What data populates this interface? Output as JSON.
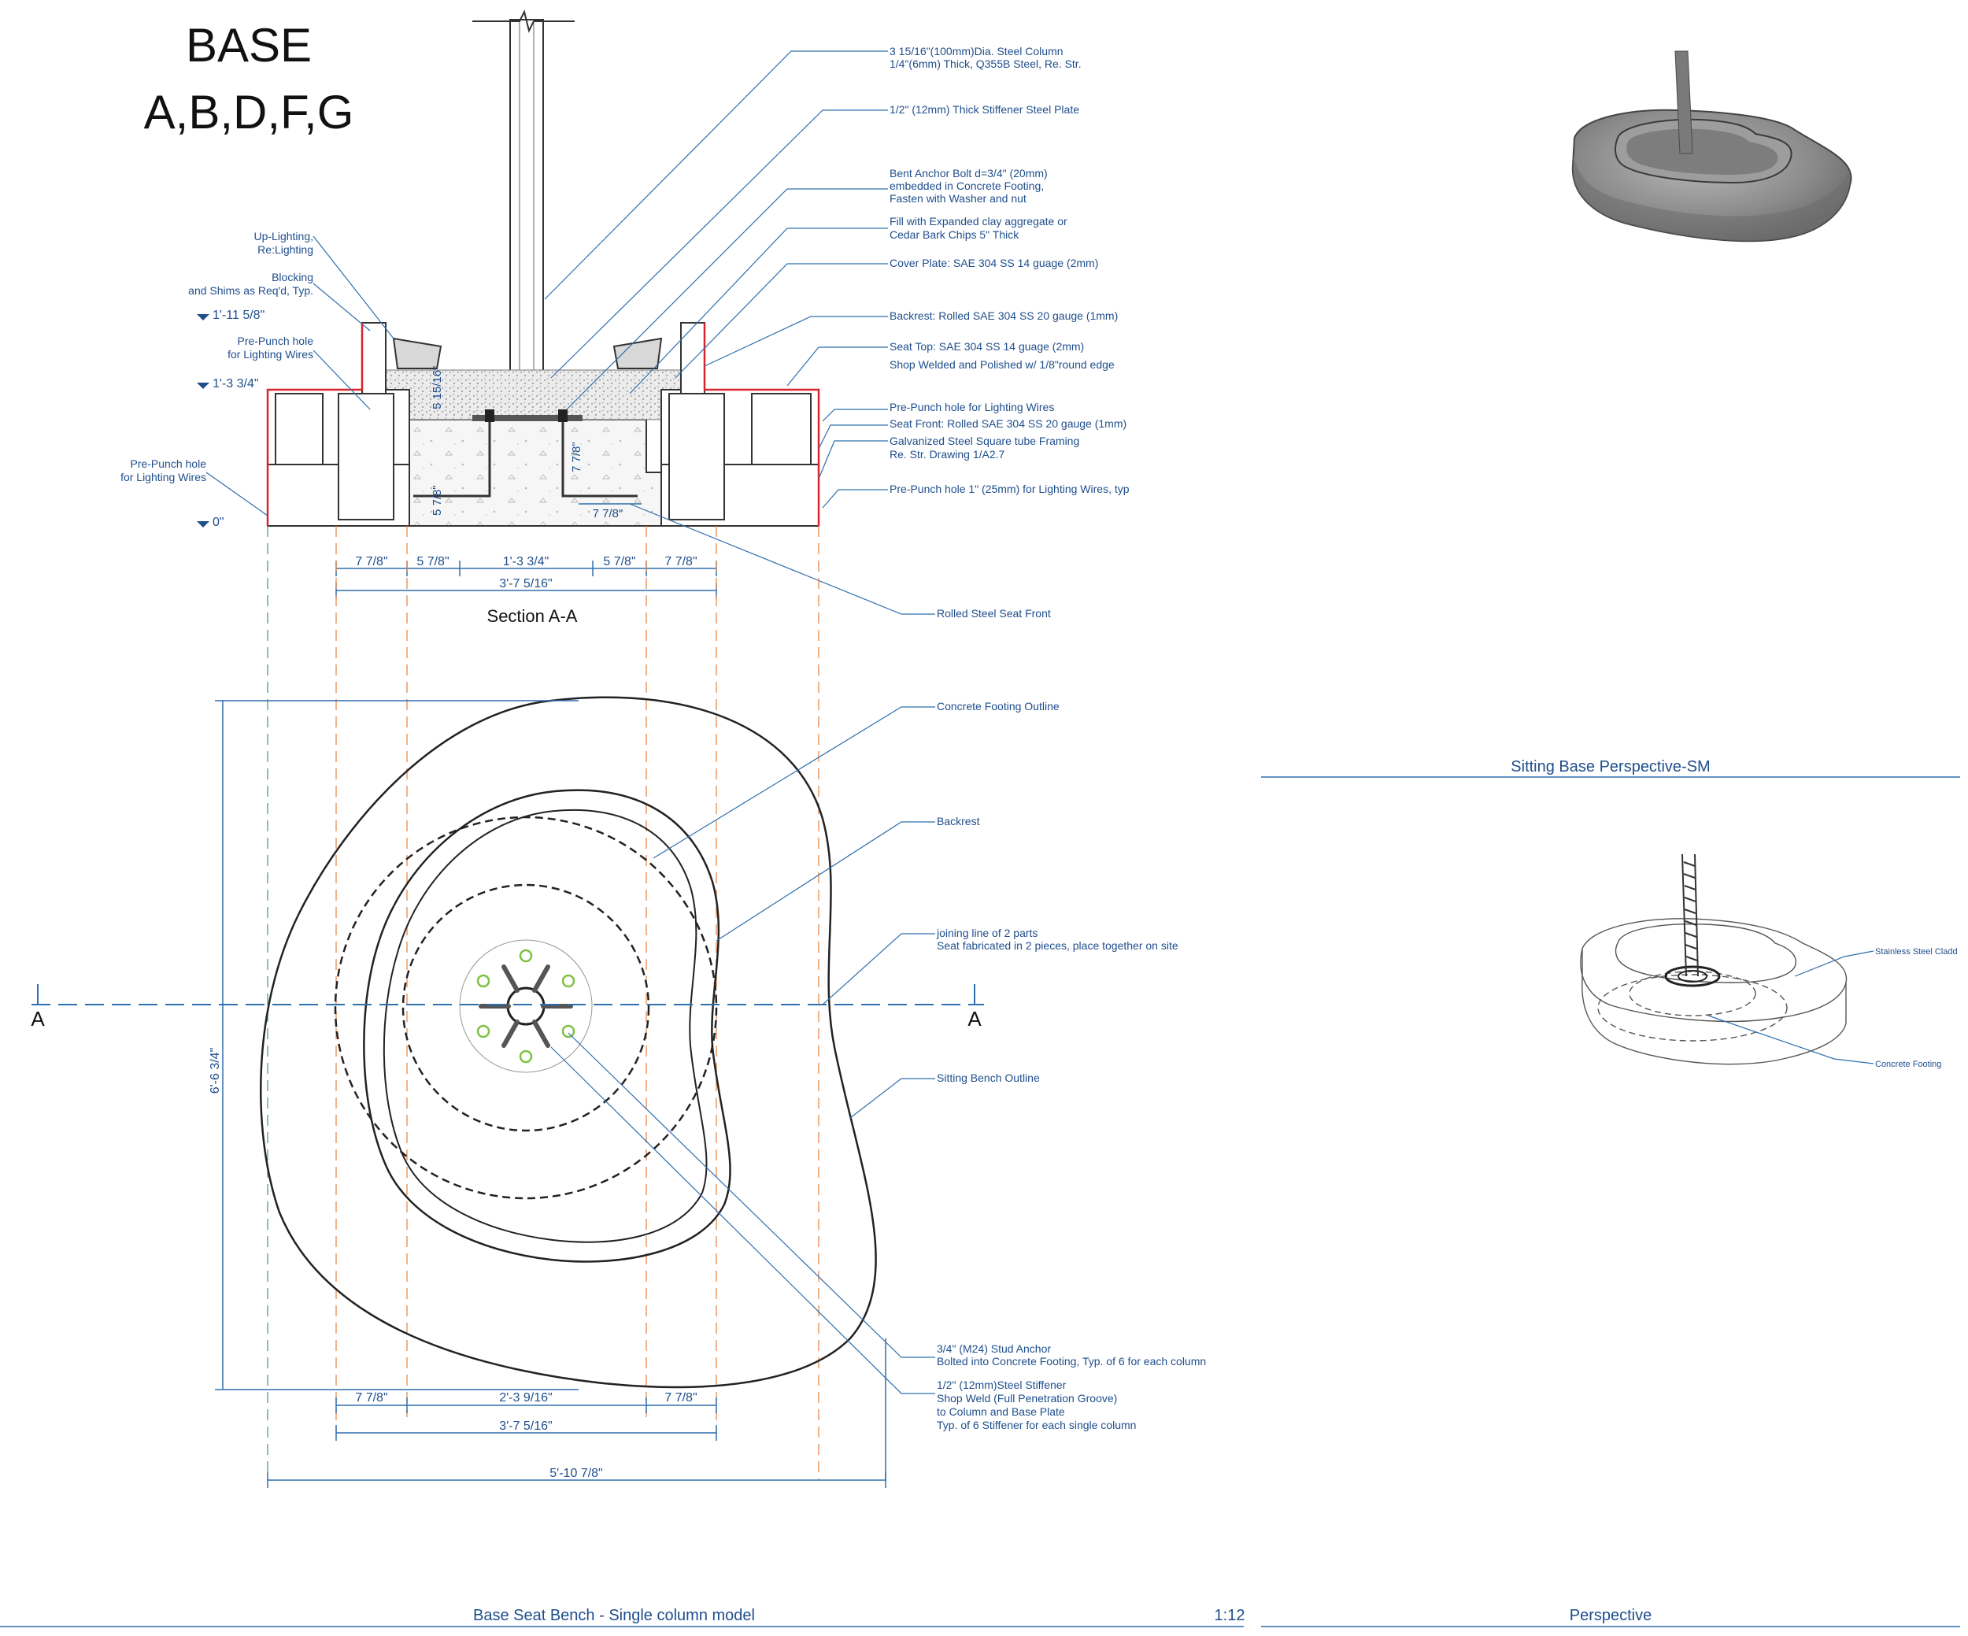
{
  "title": {
    "line1": "BASE",
    "line2": "A,B,D,F,G"
  },
  "section_title": "Section A-A",
  "footer": {
    "left_title": "Base Seat Bench - Single column model",
    "scale": "1:12",
    "right_title": "Perspective"
  },
  "render_caption": "Sitting Base Perspective-SM",
  "wire_labels": {
    "cladding": "Stainless Steel Cladd",
    "footing": "Concrete Footing"
  },
  "section_callouts": [
    "3 15/16\"(100mm)Dia. Steel Column",
    "1/4\"(6mm) Thick, Q355B Steel, Re. Str.",
    "1/2\" (12mm) Thick Stiffener Steel Plate",
    "Bent Anchor Bolt d=3/4\" (20mm)",
    "embedded in Concrete Footing,",
    "Fasten with Washer and nut",
    "Fill with Expanded clay aggregate or",
    "Cedar Bark Chips 5\" Thick",
    "Cover Plate: SAE 304 SS 14 guage (2mm)",
    "Backrest: Rolled SAE 304 SS 20 gauge (1mm)",
    "Seat Top: SAE 304 SS 14 guage (2mm)",
    "Shop Welded and Polished w/ 1/8\"round edge",
    "Pre-Punch hole for Lighting Wires",
    "Seat Front: Rolled SAE 304 SS 20 gauge (1mm)",
    "Galvanized Steel Square tube Framing",
    "Re. Str. Drawing 1/A2.7",
    "Pre-Punch hole 1\" (25mm) for Lighting Wires, typ",
    "Rolled Steel Seat Front"
  ],
  "left_callouts": [
    "Up-Lighting,",
    "Re:Lighting",
    "Blocking",
    "and Shims as Req'd, Typ.",
    "Pre-Punch hole",
    "for Lighting Wires",
    "Pre-Punch hole",
    "for Lighting Wires"
  ],
  "elevations": [
    "1'-11 5/8\"",
    "1'-3 3/4\"",
    "0\""
  ],
  "section_vertical_dims": [
    "5 15/16\"",
    "7 7/8\"",
    "5 7/8\""
  ],
  "section_inner_dim": "7 7/8\"",
  "section_dims": [
    "7 7/8\"",
    "5 7/8\"",
    "1'-3 3/4\"",
    "5 7/8\"",
    "7 7/8\""
  ],
  "section_total": "3'-7 5/16\"",
  "plan_callouts": [
    "Concrete Footing Outline",
    "Backrest",
    "joining line of 2 parts",
    "Seat fabricated in 2 pieces, place together on site",
    "Sitting Bench Outline",
    "3/4\" (M24) Stud Anchor",
    "Bolted into Concrete Footing, Typ. of 6 for each column",
    "1/2\" (12mm)Steel Stiffener",
    "Shop Weld (Full Penetration Groove)",
    "to Column and Base Plate",
    "Typ. of 6 Stiffener for each single column"
  ],
  "section_marks": [
    "A",
    "A"
  ],
  "plan_height_dim": "6'-6 3/4\"",
  "plan_dims": [
    "7 7/8\"",
    "2'-3 9/16\"",
    "7 7/8\""
  ],
  "plan_total_1": "3'-7 5/16\"",
  "plan_total_2": "5'-10 7/8\"",
  "colors": {
    "line_blue": "#2f6fae",
    "text_blue": "#1f4e8c",
    "red": "#d9262c",
    "orange": "#e8884a",
    "green": "#7ec242"
  }
}
